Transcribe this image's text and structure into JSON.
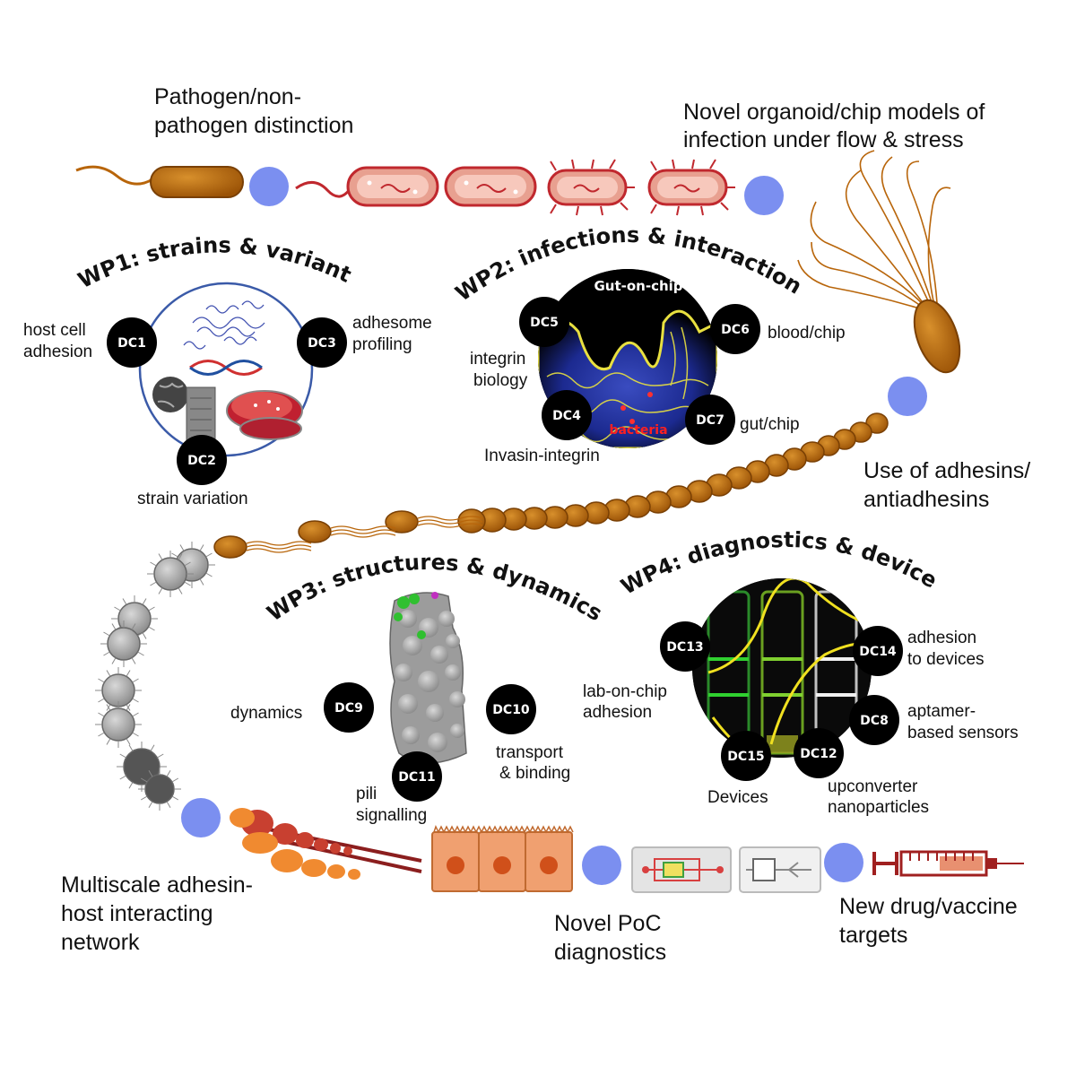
{
  "outcomes": {
    "pathogen_line1": "Pathogen/non-",
    "pathogen_line2": "pathogen distinction",
    "organoid_line1": "Novel organoid/chip models of",
    "organoid_line2": "infection under flow & stress",
    "adhesins_line1": "Use of adhesins/",
    "adhesins_line2": "antiadhesins",
    "multiscale_line1": "Multiscale adhesin-",
    "multiscale_line2": "host interacting",
    "multiscale_line3": "network",
    "poc_line1": "Novel PoC",
    "poc_line2": "diagnostics",
    "drug_line1": "New drug/vaccine",
    "drug_line2": "targets"
  },
  "wp1": {
    "title": "WP1: strains & variants",
    "labels": {
      "host_cell_1": "host cell",
      "host_cell_2": "adhesion",
      "adhesome_1": "adhesome",
      "adhesome_2": "profiling",
      "strain": "strain variation"
    },
    "dc": [
      "DC1",
      "DC2",
      "DC3"
    ]
  },
  "wp2": {
    "title": "WP2: infections & interactions",
    "image_caption": "Gut-on-chip",
    "image_label": "bacteria",
    "labels": {
      "integrin_1": "integrin",
      "integrin_2": "biology",
      "invasin": "Invasin-integrin",
      "blood": "blood/chip",
      "gut": "gut/chip"
    },
    "dc": [
      "DC4",
      "DC5",
      "DC6",
      "DC7"
    ]
  },
  "wp3": {
    "title": "WP3: structures & dynamics",
    "labels": {
      "dynamics": "dynamics",
      "transport_1": "transport",
      "transport_2": "& binding",
      "pili_1": "pili",
      "pili_2": "signalling"
    },
    "dc": [
      "DC9",
      "DC10",
      "DC11"
    ]
  },
  "wp4": {
    "title": "WP4: diagnostics & devices",
    "labels": {
      "lab_1": "lab-on-chip",
      "lab_2": "adhesion",
      "adh_dev_1": "adhesion",
      "adh_dev_2": "to devices",
      "aptamer_1": "aptamer-",
      "aptamer_2": "based sensors",
      "devices": "Devices",
      "upconv_1": "upconverter",
      "upconv_2": "nanoparticles"
    },
    "dc": [
      "DC8",
      "DC12",
      "DC13",
      "DC14",
      "DC15"
    ]
  },
  "colors": {
    "milestone": "#7b8ff0",
    "bacterium": "#b8650a",
    "wp1_ring": "#3a5aa8"
  }
}
